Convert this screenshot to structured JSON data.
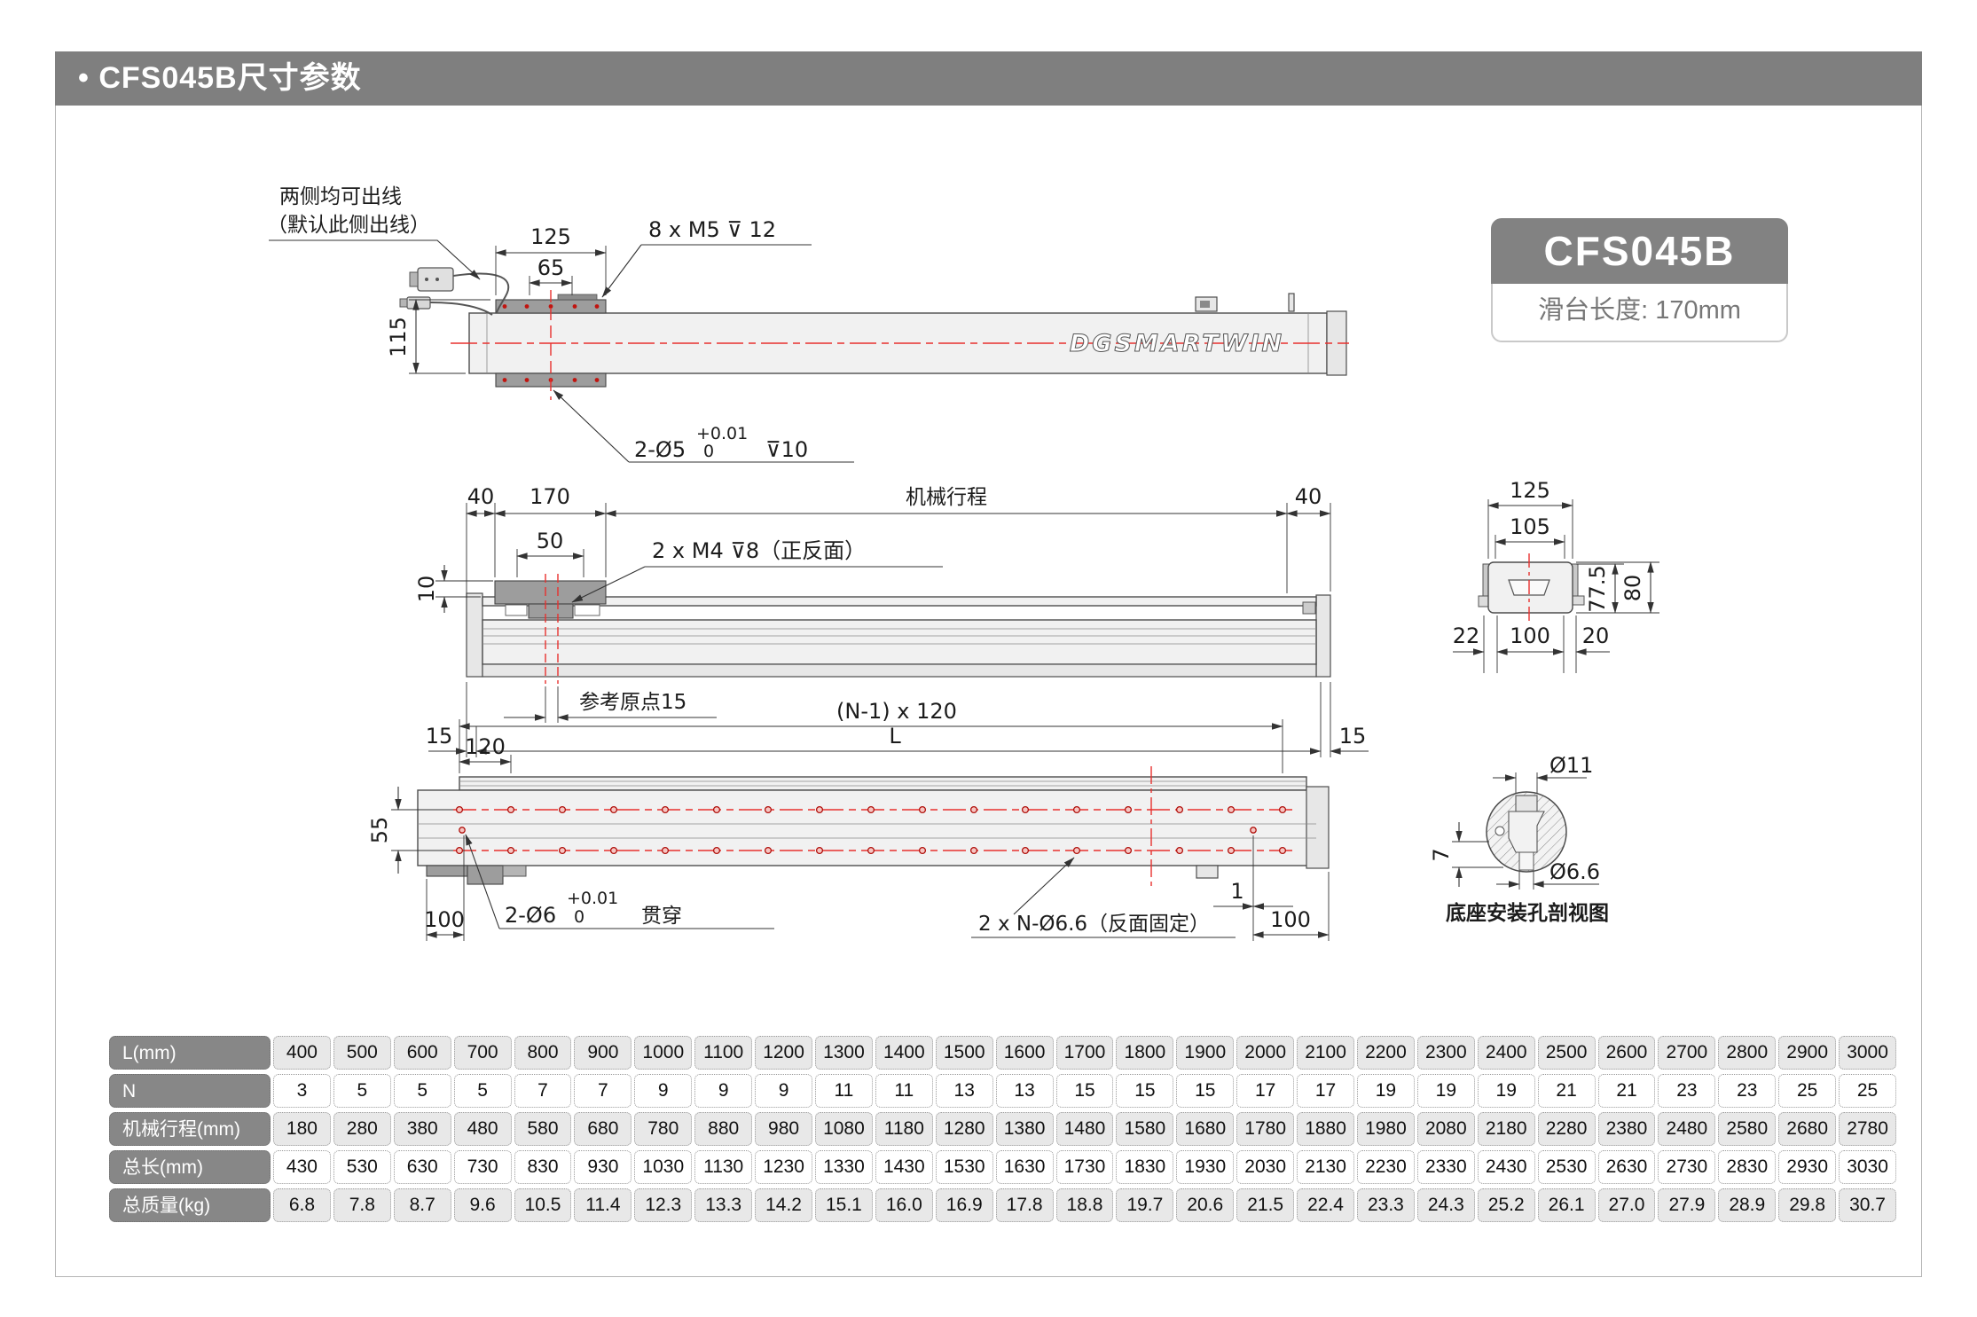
{
  "header": {
    "title": "• CFS045B尺寸参数"
  },
  "badge": {
    "model": "CFS045B",
    "slide_length": "滑台长度: 170mm"
  },
  "views": {
    "top": {
      "note1": "两侧均可出线",
      "note2": "（默认此侧出线）",
      "dim_carriage": "125",
      "dim_holes": "65",
      "thread": "8 x M5 ⊽ 12",
      "dim_height": "115",
      "pin_main": "2-Ø5",
      "tol_up": "+0.01",
      "tol_dn": "0",
      "pin_depth": "⊽10",
      "brand": "DGSMARTWIN"
    },
    "side": {
      "d40l": "40",
      "d170": "170",
      "stroke_label": "机械行程",
      "d40r": "40",
      "d10": "10",
      "d50": "50",
      "thread": "2 x M4 ⊽8（正反面）",
      "origin": "参考原点15",
      "d15l": "15",
      "dL": "L",
      "d15r": "15"
    },
    "section": {
      "d125": "125",
      "d105": "105",
      "d775": "77.5",
      "d80": "80",
      "d22": "22",
      "d100": "100",
      "d20": "20"
    },
    "bottom": {
      "pattern": "(N-1) x 120",
      "d120": "120",
      "d55": "55",
      "d100l": "100",
      "hole_main": "2-Ø6",
      "tol_up": "+0.01",
      "tol_dn": "0",
      "through": "贯穿",
      "mount": "2 x N-Ø6.6（反面固定）",
      "d1": "1",
      "d100r": "100"
    },
    "detail": {
      "d11": "Ø11",
      "d66": "Ø6.6",
      "d7": "7",
      "caption": "底座安装孔剖视图"
    }
  },
  "table": {
    "rows": [
      {
        "label": "L(mm)",
        "values": [
          "400",
          "500",
          "600",
          "700",
          "800",
          "900",
          "1000",
          "1100",
          "1200",
          "1300",
          "1400",
          "1500",
          "1600",
          "1700",
          "1800",
          "1900",
          "2000",
          "2100",
          "2200",
          "2300",
          "2400",
          "2500",
          "2600",
          "2700",
          "2800",
          "2900",
          "3000"
        ]
      },
      {
        "label": "N",
        "values": [
          "3",
          "5",
          "5",
          "5",
          "7",
          "7",
          "9",
          "9",
          "9",
          "11",
          "11",
          "13",
          "13",
          "15",
          "15",
          "15",
          "17",
          "17",
          "19",
          "19",
          "19",
          "21",
          "21",
          "23",
          "23",
          "25",
          "25"
        ]
      },
      {
        "label": "机械行程(mm)",
        "values": [
          "180",
          "280",
          "380",
          "480",
          "580",
          "680",
          "780",
          "880",
          "980",
          "1080",
          "1180",
          "1280",
          "1380",
          "1480",
          "1580",
          "1680",
          "1780",
          "1880",
          "1980",
          "2080",
          "2180",
          "2280",
          "2380",
          "2480",
          "2580",
          "2680",
          "2780"
        ]
      },
      {
        "label": "总长(mm)",
        "values": [
          "430",
          "530",
          "630",
          "730",
          "830",
          "930",
          "1030",
          "1130",
          "1230",
          "1330",
          "1430",
          "1530",
          "1630",
          "1730",
          "1830",
          "1930",
          "2030",
          "2130",
          "2230",
          "2330",
          "2430",
          "2530",
          "2630",
          "2730",
          "2830",
          "2930",
          "3030"
        ]
      },
      {
        "label": "总质量(kg)",
        "values": [
          "6.8",
          "7.8",
          "8.7",
          "9.6",
          "10.5",
          "11.4",
          "12.3",
          "13.3",
          "14.2",
          "15.1",
          "16.0",
          "16.9",
          "17.8",
          "18.8",
          "19.7",
          "20.6",
          "21.5",
          "22.4",
          "23.3",
          "24.3",
          "25.2",
          "26.1",
          "27.0",
          "27.9",
          "28.9",
          "29.8",
          "30.7"
        ]
      }
    ]
  },
  "colors": {
    "accent_gray": "#7f7f7f",
    "centerline_red": "#e8302e",
    "cell_gray": "#e8e8e8"
  }
}
